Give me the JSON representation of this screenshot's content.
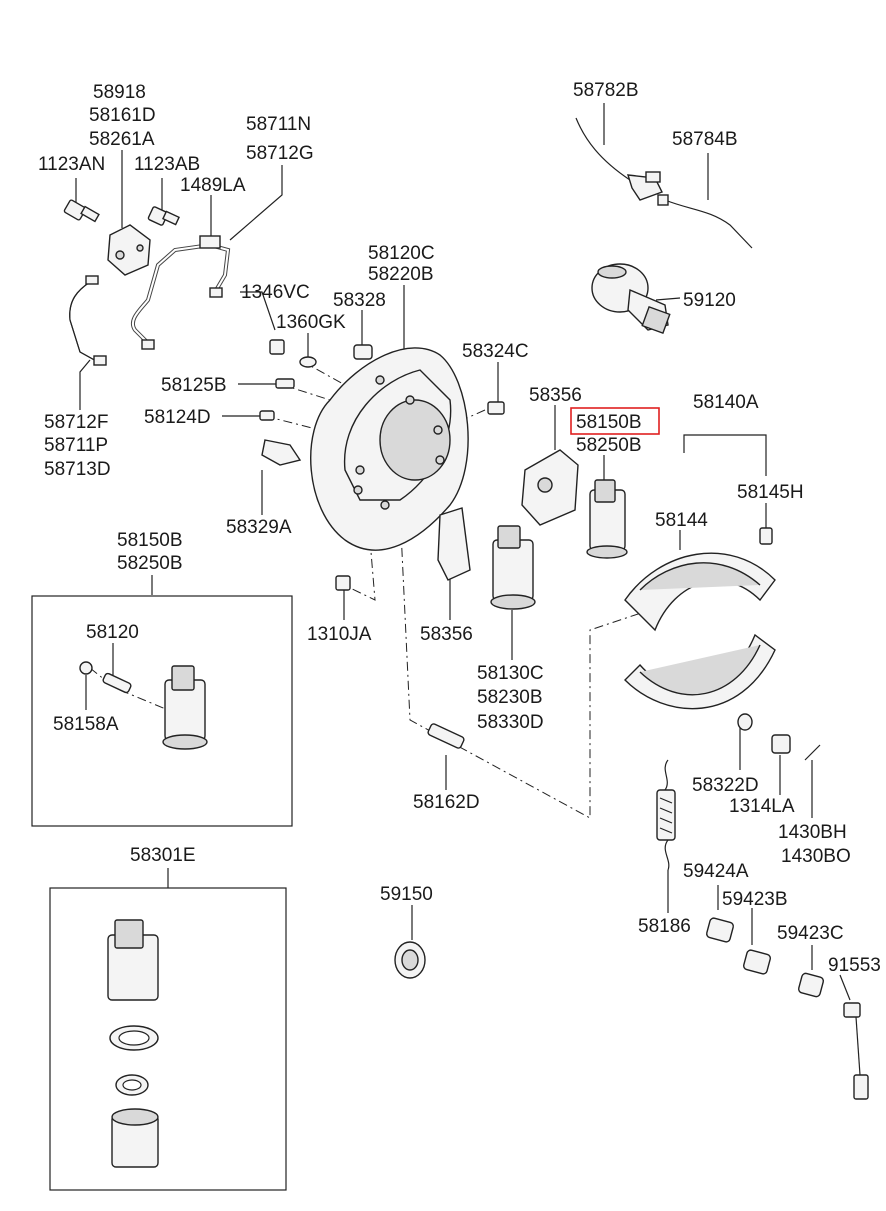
{
  "labels": {
    "l58918": "58918",
    "l58161D": "58161D",
    "l58261A": "58261A",
    "l1123AN": "1123AN",
    "l1123AB": "1123AB",
    "l58711N": "58711N",
    "l58712G": "58712G",
    "l1489LA": "1489LA",
    "l58782B": "58782B",
    "l58784B": "58784B",
    "l59120": "59120",
    "l58120C": "58120C",
    "l58220B": "58220B",
    "l1346VC": "1346VC",
    "l58328": "58328",
    "l1360GK": "1360GK",
    "l58324C": "58324C",
    "l58125B": "58125B",
    "l58124D": "58124D",
    "l58712F": "58712F",
    "l58711P": "58711P",
    "l58713D": "58713D",
    "l58356a": "58356",
    "l58150B_hl": "58150B",
    "l58250B_a": "58250B",
    "l58140A": "58140A",
    "l58145H": "58145H",
    "l58329A": "58329A",
    "l58144": "58144",
    "l58150B_b": "58150B",
    "l58250B_b": "58250B",
    "l1310JA": "1310JA",
    "l58356b": "58356",
    "l58120": "58120",
    "l58130C": "58130C",
    "l58230B": "58230B",
    "l58330D": "58330D",
    "l58158A": "58158A",
    "l58322D": "58322D",
    "l1314LA": "1314LA",
    "l58162D": "58162D",
    "l1430BH": "1430BH",
    "l1430BO": "1430BO",
    "l58301E": "58301E",
    "l59424A": "59424A",
    "l59150": "59150",
    "l59423B": "59423B",
    "l58186": "58186",
    "l59423C": "59423C",
    "l91553": "91553"
  },
  "highlight_color": "#e02020"
}
